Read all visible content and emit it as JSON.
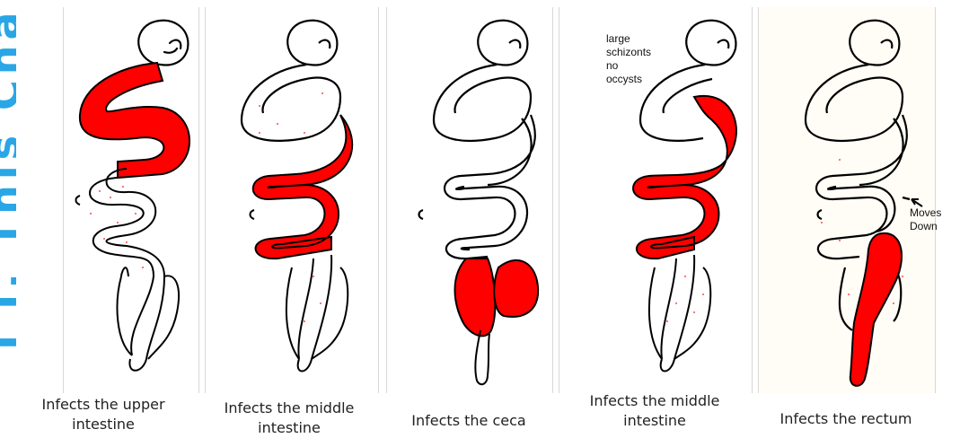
{
  "side_text": "I I. This Cha",
  "panels": [
    {
      "caption_line1": "Infects the upper",
      "caption_line2": "intestine",
      "infected_region": "upper intestine"
    },
    {
      "caption_line1": "Infects the middle",
      "caption_line2": "intestine",
      "infected_region": "middle intestine"
    },
    {
      "caption_line1": "Infects the ceca",
      "caption_line2": "",
      "infected_region": "ceca"
    },
    {
      "caption_line1": "Infects the middle",
      "caption_line2": "intestine",
      "infected_region": "middle intestine"
    },
    {
      "caption_line1": "Infects the rectum",
      "caption_line2": "",
      "infected_region": "rectum"
    }
  ],
  "annotations": {
    "panel4_note": [
      "large",
      "schizonts",
      "no",
      "occysts"
    ],
    "panel5_arrow_label": [
      "Moves",
      "Down"
    ]
  },
  "colors": {
    "infection": "#ff0000",
    "outline": "#000000",
    "side_text": "#29a6e6"
  }
}
